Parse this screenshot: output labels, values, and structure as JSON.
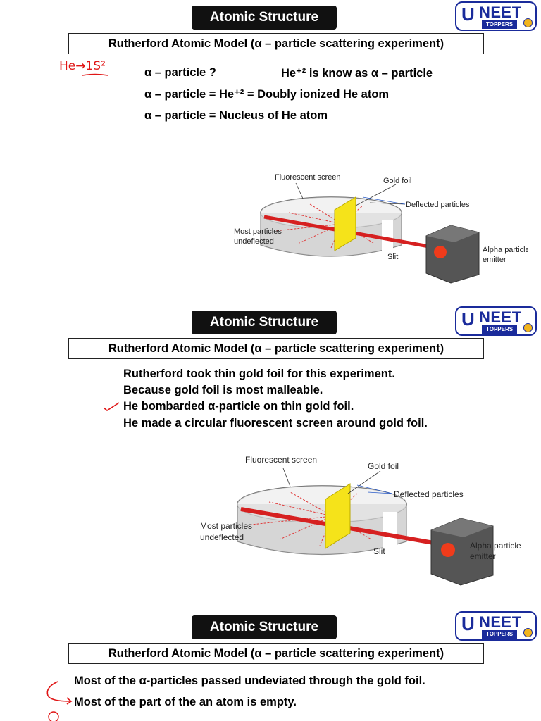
{
  "slides": [
    {
      "title": "Atomic Structure",
      "subtitle": "Rutherford Atomic Model (α – particle scattering experiment)",
      "annotation": "He→1S²",
      "lines": [
        {
          "left": "α – particle ?",
          "right": "He⁺² is know as α – particle"
        },
        {
          "text": "α – particle  = He⁺² = Doubly ionized He atom"
        },
        {
          "text": "α – particle  = Nucleus of He atom"
        }
      ],
      "diagram": {
        "fluorescent_screen": "Fluorescent screen",
        "gold_foil": "Gold foil",
        "deflected_particles": "Deflected particles",
        "most_particles": "Most particles",
        "undeflected": "undeflected",
        "slit": "Slit",
        "alpha_emitter_1": "Alpha particle",
        "alpha_emitter_2": "emitter"
      }
    },
    {
      "title": "Atomic Structure",
      "subtitle": "Rutherford Atomic Model (α – particle scattering experiment)",
      "lines": [
        "Rutherford took thin gold foil for this experiment.",
        "Because gold foil is most malleable.",
        "He bombarded α-particle on thin gold foil.",
        "He made a circular fluorescent screen around gold foil."
      ],
      "diagram": {
        "fluorescent_screen": "Fluorescent screen",
        "gold_foil": "Gold foil",
        "deflected_particles": "Deflected particles",
        "most_particles": "Most particles",
        "undeflected": "undeflected",
        "slit": "Slit",
        "alpha_emitter_1": "Alpha particle",
        "alpha_emitter_2": "emitter"
      }
    },
    {
      "title": "Atomic Structure",
      "subtitle": "Rutherford Atomic Model (α – particle scattering experiment)",
      "lines": [
        "Most of the α-particles passed undeviated through the gold foil.",
        "Most of the part of the an atom is empty."
      ]
    }
  ],
  "logo": {
    "mark": "U",
    "name": "NEET",
    "tagline": "TOPPERS"
  },
  "colors": {
    "pill": "#111111",
    "logo_blue": "#1a2b9b",
    "annotation_red": "#e01616",
    "foil": "#f5e31a",
    "beam": "#d62020"
  }
}
